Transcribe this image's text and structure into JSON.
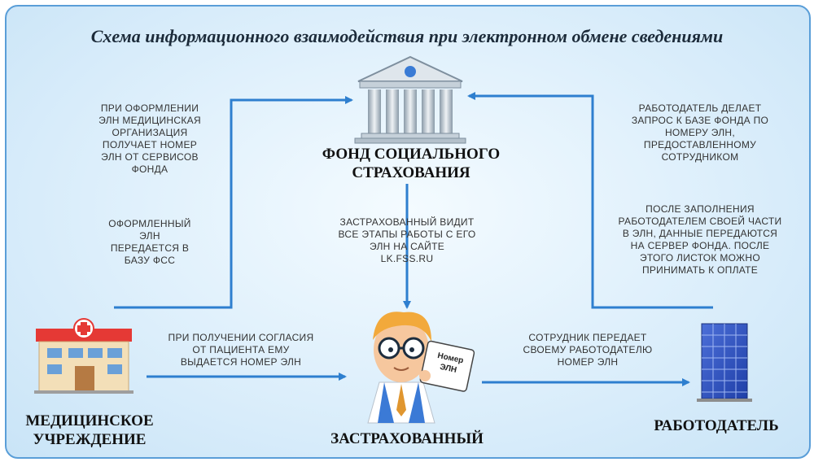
{
  "title": "Схема информационного взаимодействия при электронном обмене сведениями",
  "nodes": {
    "fund": {
      "line1": "ФОНД СОЦИАЛЬНОГО",
      "line2": "СТРАХОВАНИЯ"
    },
    "medical": {
      "line1": "МЕДИЦИНСКОЕ",
      "line2": "УЧРЕЖДЕНИЕ"
    },
    "insured": {
      "label": "ЗАСТРАХОВАННЫЙ",
      "sign_line1": "Номер",
      "sign_line2": "ЭЛН"
    },
    "employer": {
      "label": "РАБОТОДАТЕЛЬ"
    }
  },
  "notes": {
    "med_gets_number": [
      "ПРИ ОФОРМЛЕНИИ",
      "ЭЛН МЕДИЦИНСКАЯ",
      "ОРГАНИЗАЦИЯ",
      "ПОЛУЧАЕТ НОМЕР",
      "ЭЛН ОТ СЕРВИСОВ",
      "ФОНДА"
    ],
    "med_sends": [
      "ОФОРМЛЕННЫЙ",
      "ЭЛН",
      "ПЕРЕДАЕТСЯ В",
      "БАЗУ ФСС"
    ],
    "insured_sees": [
      "ЗАСТРАХОВАННЫЙ ВИДИТ",
      "ВСЕ ЭТАПЫ РАБОТЫ С ЕГО",
      "ЭЛН НА САЙТЕ"
    ],
    "insured_site": "LK.FSS.RU",
    "employer_request": [
      "РАБОТОДАТЕЛЬ ДЕЛАЕТ",
      "ЗАПРОС К БАЗЕ ФОНДА ПО",
      "НОМЕРУ ЭЛН,",
      "ПРЕДОСТАВЛЕННОМУ",
      "СОТРУДНИКОМ"
    ],
    "employer_sends": [
      "ПОСЛЕ ЗАПОЛНЕНИЯ",
      "РАБОТОДАТЕЛЕМ СВОЕЙ ЧАСТИ",
      "В ЭЛН, ДАННЫЕ ПЕРЕДАЮТСЯ",
      "НА СЕРВЕР ФОНДА. ПОСЛЕ",
      "ЭТОГО ЛИСТОК МОЖНО",
      "ПРИНИМАТЬ К ОПЛАТЕ"
    ],
    "consent": [
      "ПРИ ПОЛУЧЕНИИ СОГЛАСИЯ",
      "ОТ ПАЦИЕНТА ЕМУ",
      "ВЫДАЕТСЯ НОМЕР ЭЛН"
    ],
    "employee_passes": [
      "СОТРУДНИК ПЕРЕДАЕТ",
      "СВОЕМУ РАБОТОДАТЕЛЮ",
      "НОМЕР ЭЛН"
    ]
  },
  "colors": {
    "arrow": "#2e7fcf",
    "background": "#dcefff",
    "frame": "#5a9ed8",
    "cross": "#e53935"
  }
}
